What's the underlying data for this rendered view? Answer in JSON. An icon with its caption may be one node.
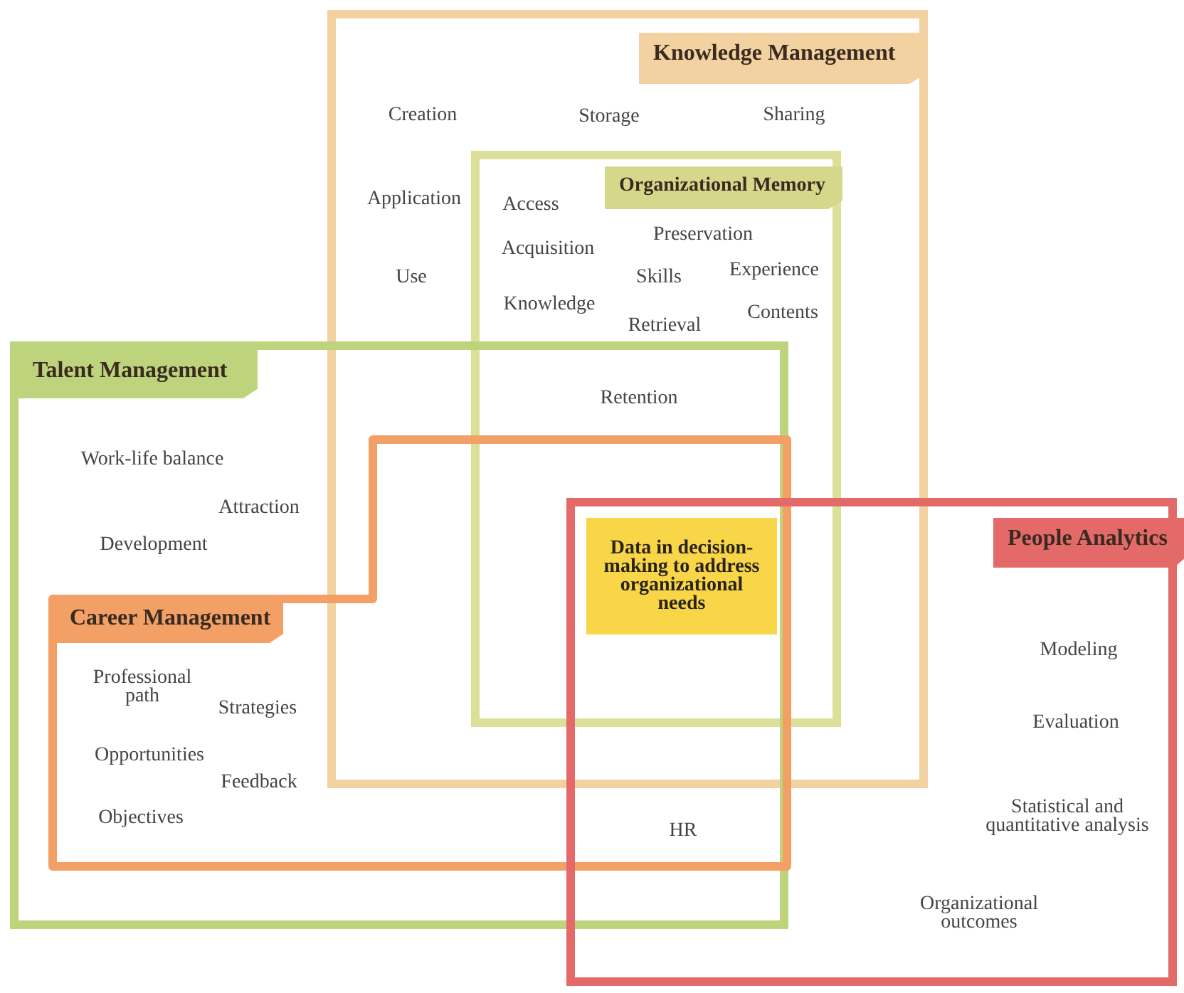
{
  "diagram": {
    "nodes": [
      {
        "text": [
          "Knowledge Management"
        ]
      },
      {
        "text": [
          "Organizational Memory"
        ],
        "in": 0
      },
      {
        "text": [
          "Talent Management"
        ]
      },
      {
        "text": [
          "Career Management"
        ],
        "in": 2
      },
      {
        "text": [
          "People Analytics"
        ]
      },
      {
        "text": [
          "Data in decision-making to address organizational needs"
        ]
      }
    ],
    "labels": [
      "Creation",
      "Storage",
      "Sharing",
      "Application",
      "Access",
      "Preservation",
      "Acquisition",
      "Experience",
      "Skills",
      "Use",
      "Knowledge",
      "Contents",
      "Retrieval",
      "Retention",
      "Work-life balance",
      "Attraction",
      "Development",
      "Modeling",
      "Professional path",
      "Strategies",
      "Evaluation",
      "Opportunities",
      "Feedback",
      "Statistical and quantitative analysis",
      "Objectives",
      "HR",
      "Organizational outcomes"
    ]
  }
}
